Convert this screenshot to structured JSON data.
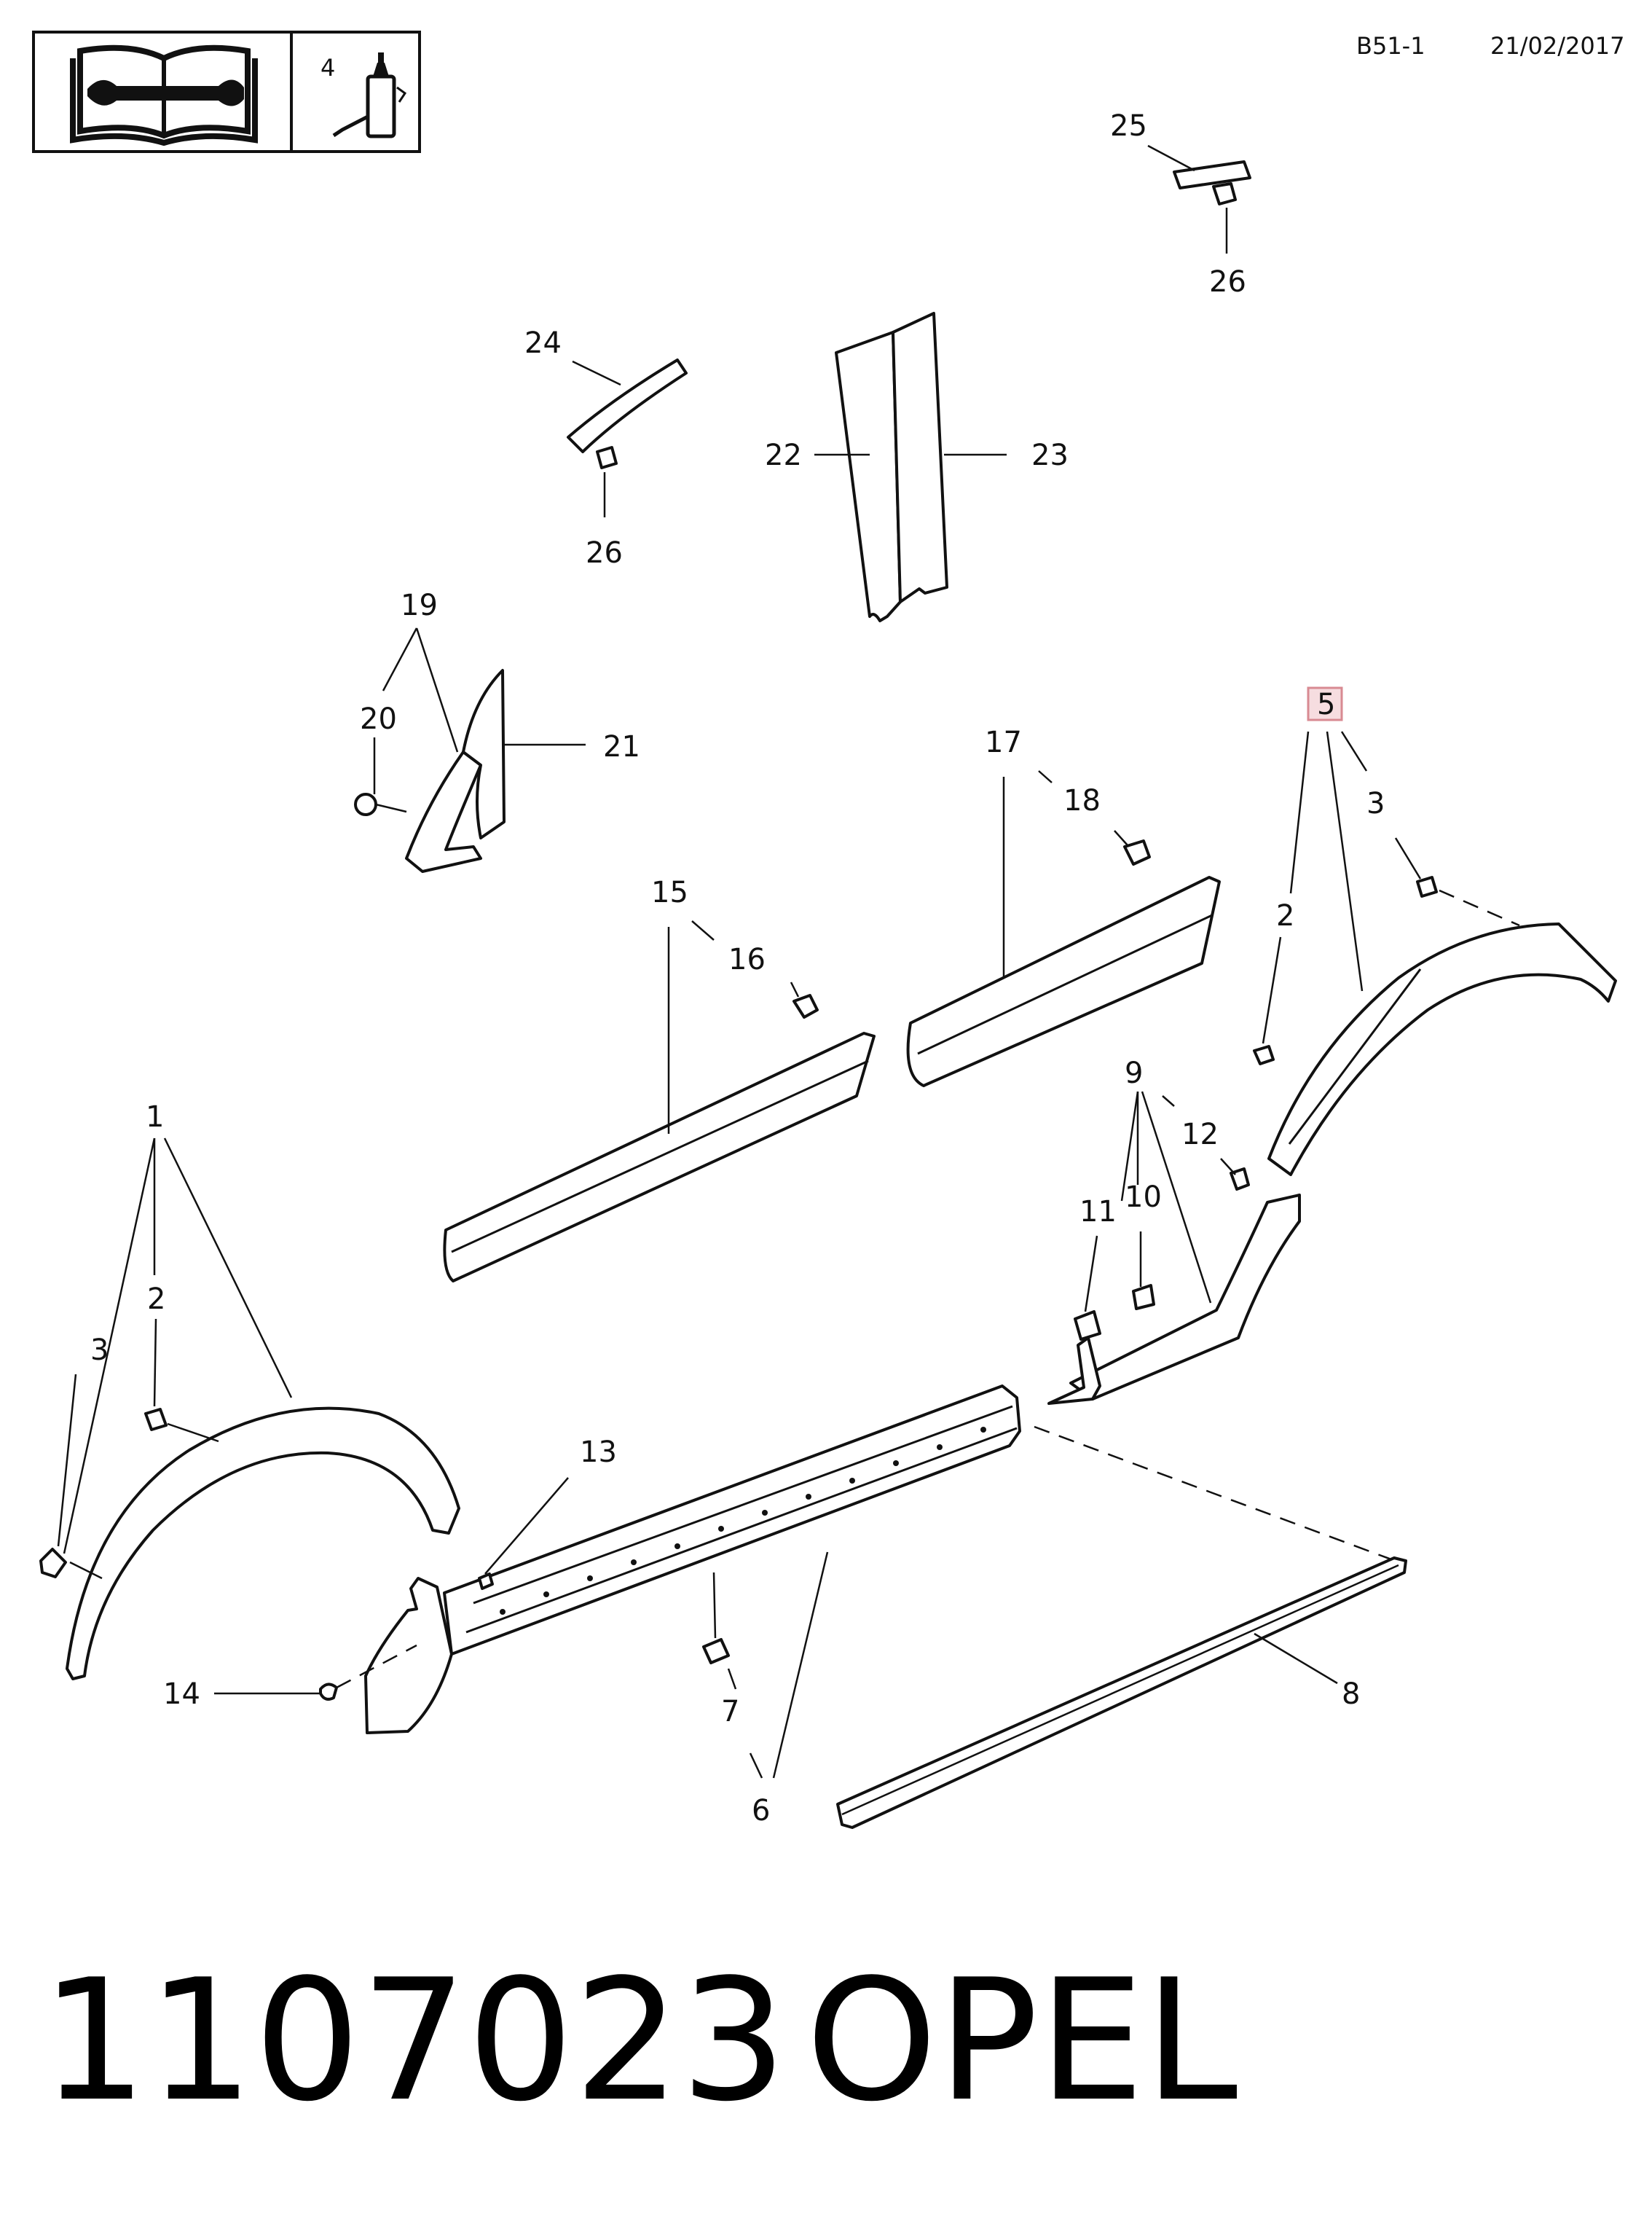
{
  "header": {
    "page_ref": "B51-1",
    "date": "21/02/2017",
    "icon_box": {
      "manual_icon": "repair-manual-icon",
      "adhesive_icon": "adhesive-bottle-icon",
      "adhesive_label": "4"
    }
  },
  "callouts": {
    "c1": "1",
    "c2a": "2",
    "c2b": "2",
    "c3a": "3",
    "c3b": "3",
    "c5": "5",
    "c6": "6",
    "c7": "7",
    "c8": "8",
    "c9": "9",
    "c10": "10",
    "c11": "11",
    "c12": "12",
    "c13": "13",
    "c14": "14",
    "c15": "15",
    "c16": "16",
    "c17": "17",
    "c18": "18",
    "c19": "19",
    "c20": "20",
    "c21": "21",
    "c22": "22",
    "c23": "23",
    "c24": "24",
    "c25": "25",
    "c26a": "26",
    "c26b": "26"
  },
  "highlight_color": "#d88a92",
  "footer": {
    "part_number": "1107023",
    "brand": "OPEL"
  }
}
